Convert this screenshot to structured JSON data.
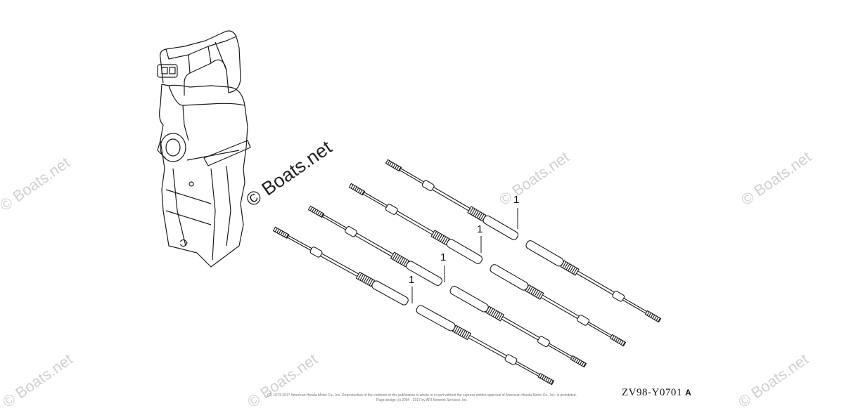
{
  "diagram": {
    "callouts": [
      "1",
      "1",
      "1",
      "1"
    ],
    "part_code": "ZV98-Y0701",
    "revision": "A",
    "watermark_main": "© Boats.net",
    "watermark": "© Boats.net",
    "copyright_line1": "(C) 1973-2017 American Honda Motor Co., Inc. Reproduction of the contents of this publication in whole or in part without the express written approval of American Honda Motor Co., Inc. is prohibited.",
    "copyright_line2": "Page design (c) 2004 - 2017 by ARI Network Services, Inc."
  }
}
